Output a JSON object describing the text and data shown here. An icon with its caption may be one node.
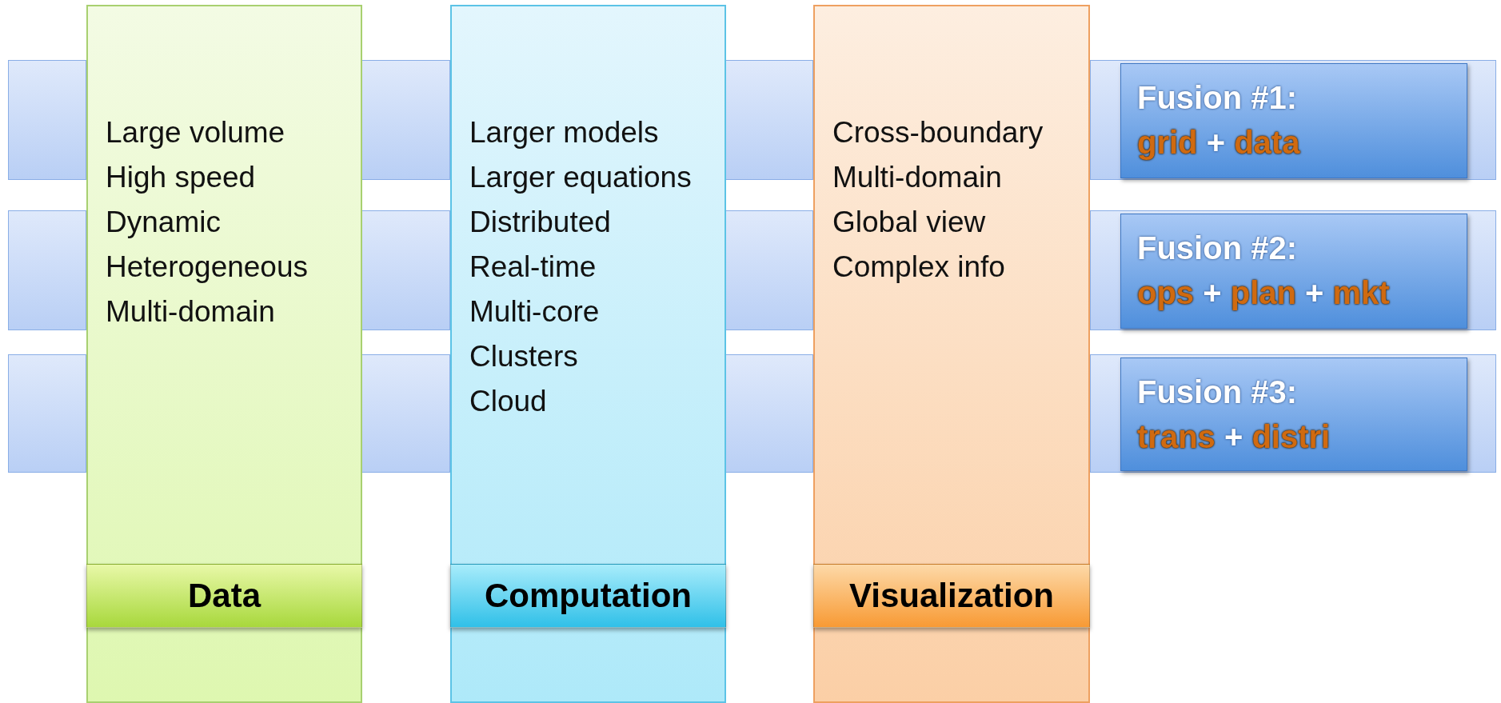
{
  "diagram": {
    "nodes": [
      {
        "text": [
          "Large volume",
          "High speed",
          "Dynamic",
          "Heterogeneous",
          "Multi-domain"
        ]
      },
      {
        "text": [
          "Data"
        ],
        "in": 0
      },
      {
        "text": [
          "Larger models",
          "Larger equations",
          "Distributed",
          "Real-time",
          "Multi-core",
          "Clusters",
          "Cloud"
        ]
      },
      {
        "text": [
          "Computation"
        ],
        "in": 2
      },
      {
        "text": [
          "Cross-boundary",
          "Multi-domain",
          "Global view",
          "Complex info"
        ]
      },
      {
        "text": [
          "Visualization"
        ],
        "in": 4
      },
      {
        "text": [],
        "shape": "bar"
      },
      {
        "text": [],
        "shape": "bar"
      },
      {
        "text": [],
        "shape": "bar"
      },
      {
        "text": [],
        "shape": "bar"
      },
      {
        "text": [
          "Fusion #1:",
          "grid + data"
        ],
        "in": 9
      },
      {
        "text": [],
        "shape": "bar"
      },
      {
        "text": [],
        "shape": "bar"
      },
      {
        "text": [],
        "shape": "bar"
      },
      {
        "text": [],
        "shape": "bar"
      },
      {
        "text": [
          "Fusion #2:",
          "ops + plan + mkt"
        ],
        "in": 14
      },
      {
        "text": [],
        "shape": "bar"
      },
      {
        "text": [],
        "shape": "bar"
      },
      {
        "text": [],
        "shape": "bar"
      },
      {
        "text": [],
        "shape": "bar"
      },
      {
        "text": [
          "Fusion #3:",
          "trans + distri"
        ],
        "in": 19
      }
    ],
    "edges": []
  }
}
